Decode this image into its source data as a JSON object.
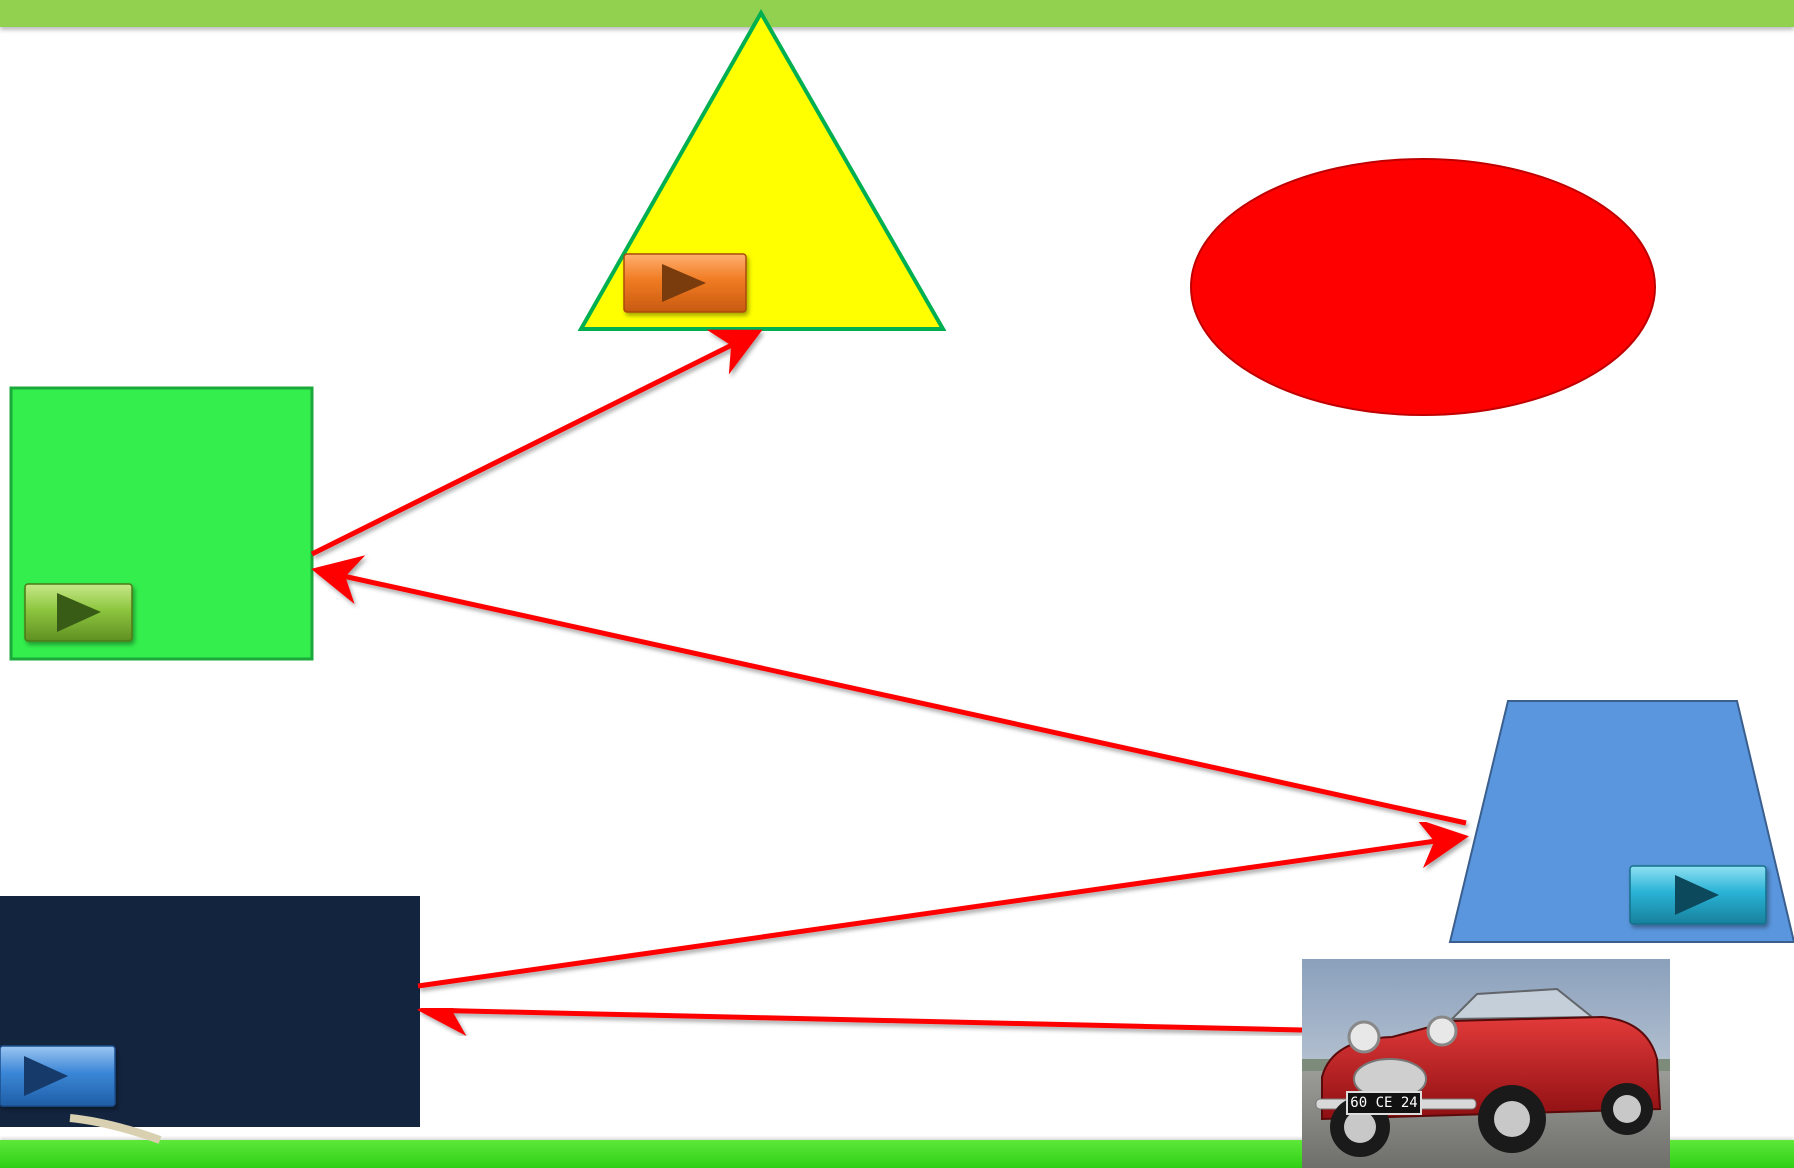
{
  "colors": {
    "top_bar": "#92d050",
    "bottom_bar": "#33cc1a",
    "triangle_fill": "#ffff00",
    "triangle_stroke": "#00b050",
    "ellipse_fill": "#ff0000",
    "square_fill": "#33ee4d",
    "trapezoid_fill": "#5a96dd",
    "navy_rect_fill": "#13243f",
    "arrow": "#ff0000"
  },
  "shapes": [
    {
      "name": "yellow-triangle",
      "type": "triangle"
    },
    {
      "name": "red-ellipse",
      "type": "ellipse"
    },
    {
      "name": "green-square",
      "type": "rectangle"
    },
    {
      "name": "blue-trapezoid",
      "type": "trapezoid"
    },
    {
      "name": "navy-rectangle",
      "type": "rectangle"
    }
  ],
  "buttons": [
    {
      "name": "orange-play-button",
      "icon": "play-icon",
      "color": "#f07a22"
    },
    {
      "name": "green-play-button",
      "icon": "play-icon",
      "color": "#8dc63f"
    },
    {
      "name": "teal-play-button",
      "icon": "play-icon",
      "color": "#2ab3d6"
    },
    {
      "name": "blue-play-button",
      "icon": "play-icon",
      "color": "#3a86d6"
    }
  ],
  "car_photo": {
    "plate_text": "60 CE 24"
  }
}
